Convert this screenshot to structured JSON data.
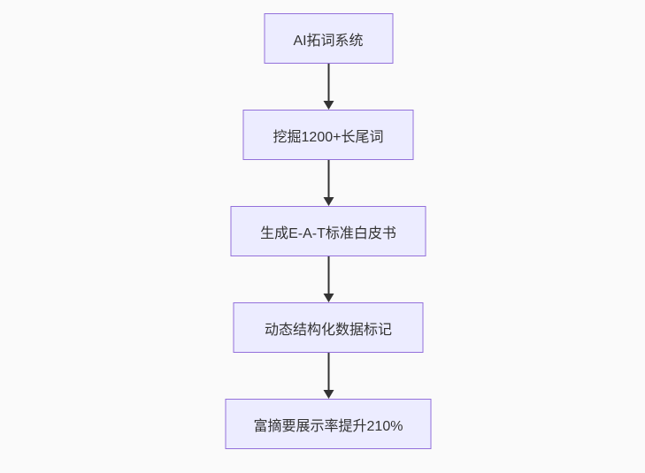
{
  "flowchart": {
    "type": "flowchart",
    "direction": "top-down",
    "nodes": [
      {
        "id": "n1",
        "label": "AI拓词系统"
      },
      {
        "id": "n2",
        "label": "挖掘1200+长尾词"
      },
      {
        "id": "n3",
        "label": "生成E-A-T标准白皮书"
      },
      {
        "id": "n4",
        "label": "动态结构化数据标记"
      },
      {
        "id": "n5",
        "label": "富摘要展示率提升210%"
      }
    ],
    "edges": [
      {
        "from": "n1",
        "to": "n2"
      },
      {
        "from": "n2",
        "to": "n3"
      },
      {
        "from": "n3",
        "to": "n4"
      },
      {
        "from": "n4",
        "to": "n5"
      }
    ]
  },
  "colors": {
    "background": "#fafafa",
    "node_fill": "#ECECFF",
    "node_border": "#9370DB",
    "arrow": "#333333",
    "text": "#333333"
  }
}
